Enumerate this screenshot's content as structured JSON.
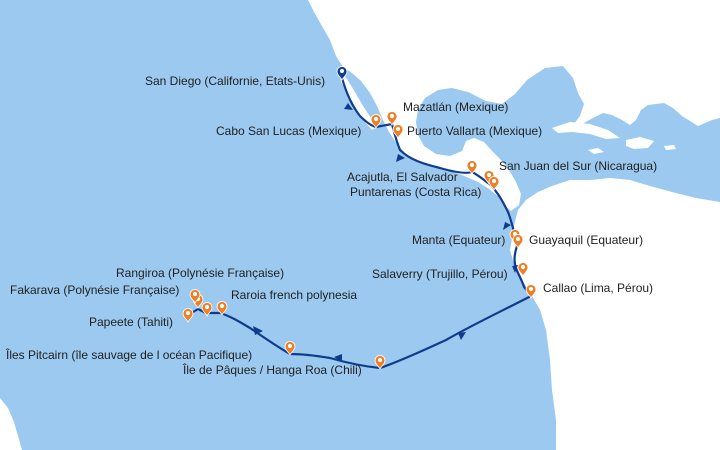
{
  "colors": {
    "ocean": "#9cc9ef",
    "land": "#ffffff",
    "route": "#0f3c8c",
    "port_marker": "#f07f23",
    "start_marker": "#0f3c8c",
    "label_text": "#1f1f1f"
  },
  "icons": {
    "port": "map-pin-icon",
    "start": "ship-start-icon",
    "direction": "arrowhead-icon"
  },
  "ports": [
    {
      "id": "san-diego",
      "label": "San Diego (Californie, Etats-Unis)",
      "start": true
    },
    {
      "id": "cabo-san-lucas",
      "label": "Cabo San Lucas (Mexique)"
    },
    {
      "id": "mazatlan",
      "label": "Mazatlán (Mexique)"
    },
    {
      "id": "puerto-vallarta",
      "label": "Puerto Vallarta (Mexique)"
    },
    {
      "id": "san-juan-del-sur",
      "label": "San Juan del Sur (Nicaragua)"
    },
    {
      "id": "acajutla",
      "label": "Acajutla, El Salvador"
    },
    {
      "id": "puntarenas",
      "label": "Puntarenas (Costa Rica)"
    },
    {
      "id": "manta",
      "label": "Manta (Equateur)"
    },
    {
      "id": "guayaquil",
      "label": "Guayaquil (Equateur)"
    },
    {
      "id": "salaverry",
      "label": "Salaverry (Trujillo, Pérou)"
    },
    {
      "id": "callao",
      "label": "Callao (Lima, Pérou)"
    },
    {
      "id": "rangiroa",
      "label": "Rangiroa (Polynésie Française)"
    },
    {
      "id": "fakarava",
      "label": "Fakarava (Polynésie Française)"
    },
    {
      "id": "raroia",
      "label": "Raroia  french polynesia"
    },
    {
      "id": "papeete",
      "label": "Papeete (Tahiti)"
    },
    {
      "id": "pitcairn",
      "label": "Îles Pitcairn (île sauvage de l océan Pacifique)"
    },
    {
      "id": "easter-island",
      "label": "Île de Pâques / Hanga Roa (Chili)"
    }
  ]
}
